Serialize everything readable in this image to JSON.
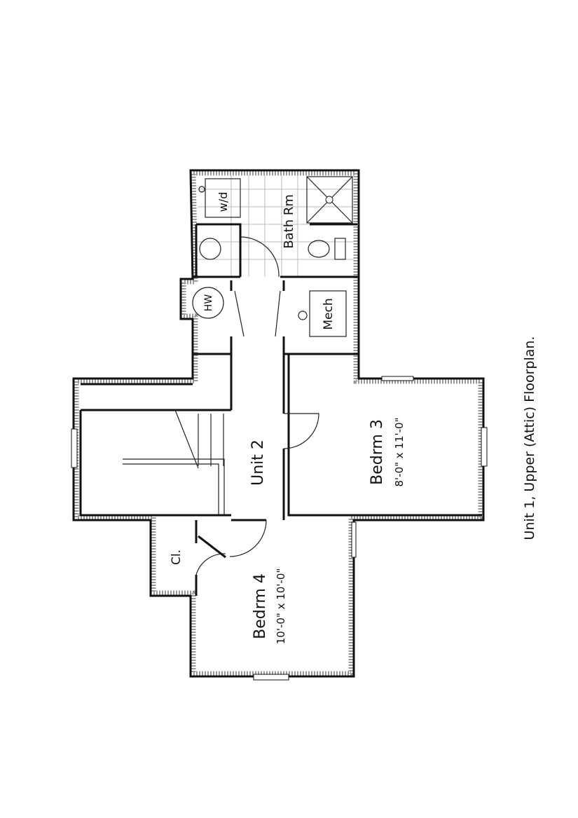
{
  "title": "Unit 1, Upper (Attic) Floorplan.",
  "rooms": {
    "bath": "Bath Rm",
    "washer_dryer": "w/d",
    "hot_water": "HW",
    "mech": "Mech",
    "unit": "Unit 2",
    "bedroom3": {
      "name": "Bedrm 3",
      "size": "8'-0\" x 11'-0\""
    },
    "bedroom4": {
      "name": "Bedrm 4",
      "size": "10'-0\" x 10'-0\""
    },
    "closet": "Cl."
  }
}
